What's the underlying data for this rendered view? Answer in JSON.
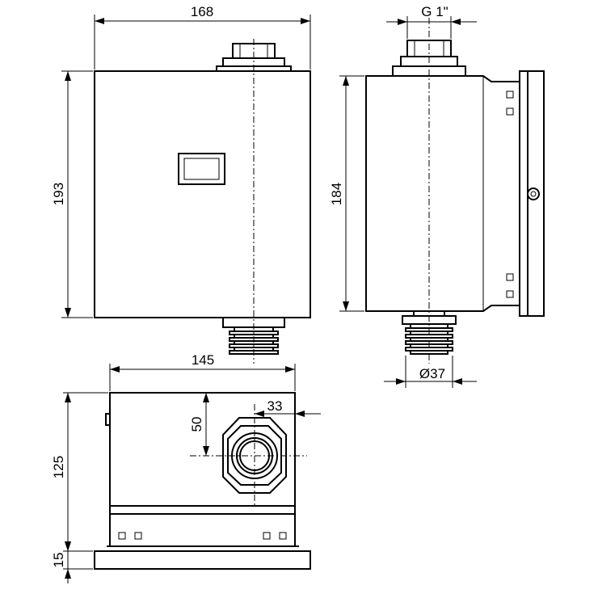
{
  "dimensions": {
    "front_width": "168",
    "front_height": "193",
    "side_thread": "G 1\"",
    "side_height": "184",
    "side_outlet_diameter": "Ø37",
    "top_width": "145",
    "top_offset_x": "33",
    "top_offset_y": "50",
    "top_depth": "125",
    "top_plate": "15"
  }
}
